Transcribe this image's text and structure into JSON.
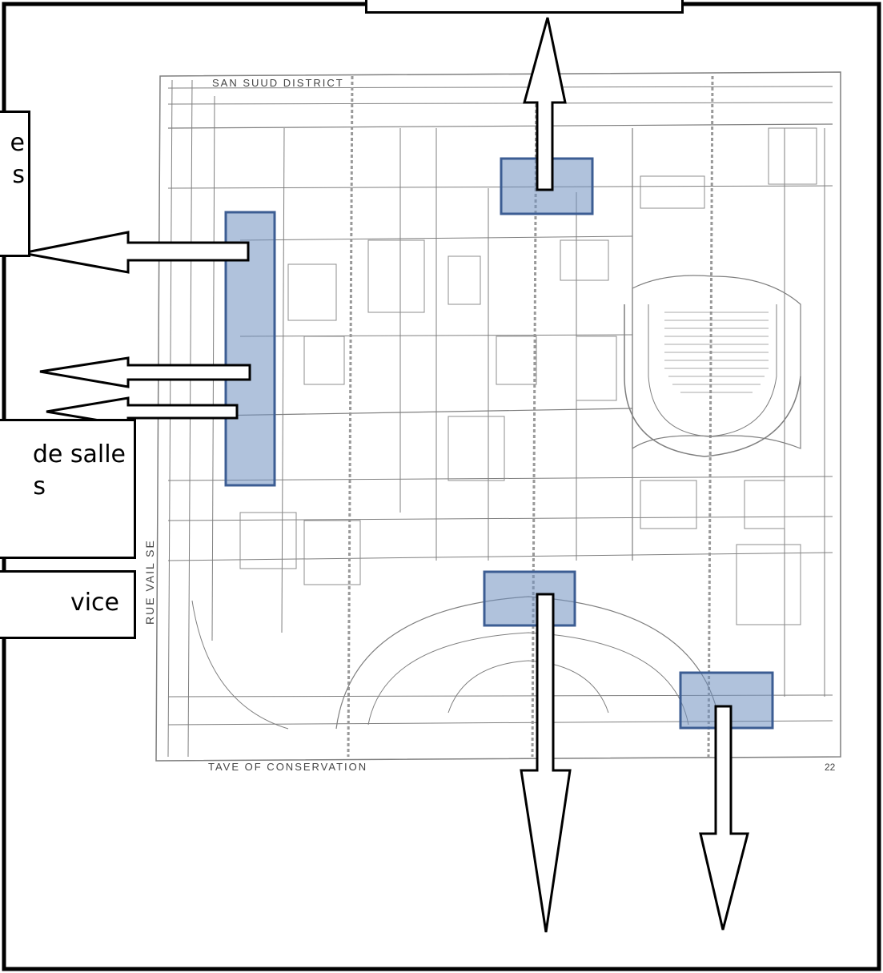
{
  "diagram": {
    "callouts": {
      "top_left": {
        "line1": "e",
        "line2": "s"
      },
      "mid_left": {
        "line1": "de salle",
        "line2": "s"
      },
      "bottom_left": {
        "line1": "vice"
      },
      "top_center": {
        "line1": ""
      }
    },
    "plan_text": {
      "top_title": "SAN SUUD DISTRICT",
      "bottom_title": "TAVE   OF   CONSERVATION",
      "side_text": "RUE  VAIL SE",
      "corner_number": "22"
    },
    "colors": {
      "highlight_fill": "#6f8fc0",
      "highlight_stroke": "#3c5d93",
      "line": "#000000"
    }
  }
}
